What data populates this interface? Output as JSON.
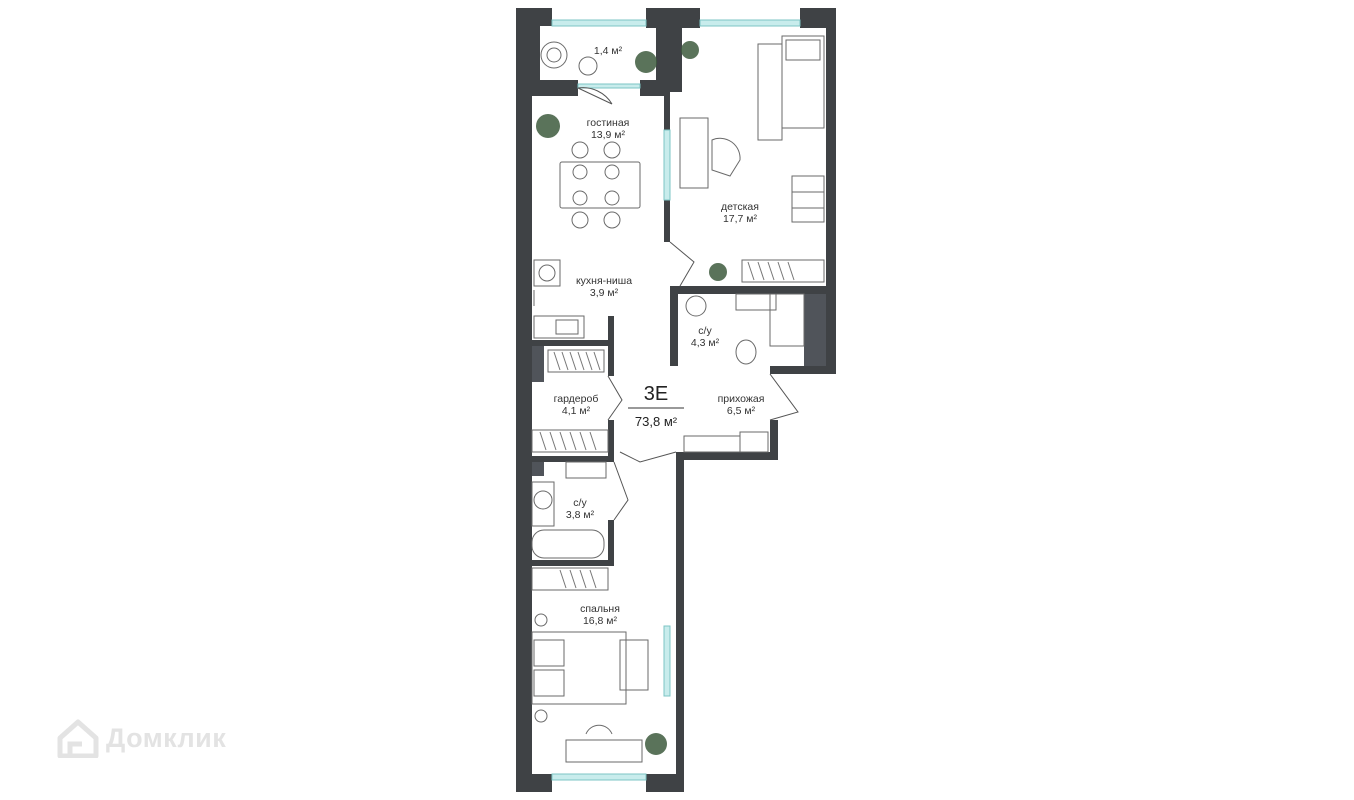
{
  "plan": {
    "type_code": "3E",
    "total_area": "73,8 м²",
    "rooms": [
      {
        "id": "balcony",
        "name": "",
        "area": "1,4 м²"
      },
      {
        "id": "living",
        "name": "гостиная",
        "area": "13,9 м²"
      },
      {
        "id": "kids",
        "name": "детская",
        "area": "17,7 м²"
      },
      {
        "id": "kitchen",
        "name": "кухня-ниша",
        "area": "3,9 м²"
      },
      {
        "id": "bath1",
        "name": "с/у",
        "area": "4,3 м²"
      },
      {
        "id": "wardrobe",
        "name": "гардероб",
        "area": "4,1 м²"
      },
      {
        "id": "hall",
        "name": "прихожая",
        "area": "6,5 м²"
      },
      {
        "id": "bath2",
        "name": "с/у",
        "area": "3,8 м²"
      },
      {
        "id": "bedroom",
        "name": "спальня",
        "area": "16,8 м²"
      }
    ]
  },
  "watermark": {
    "text": "Домклик",
    "icon": "house-icon"
  },
  "colors": {
    "wall": "#3f4245",
    "furniture": "#6a6a6a",
    "window": "#9fd8d8",
    "plant": "#3d5a3d",
    "watermark": "#e3e3e3"
  }
}
